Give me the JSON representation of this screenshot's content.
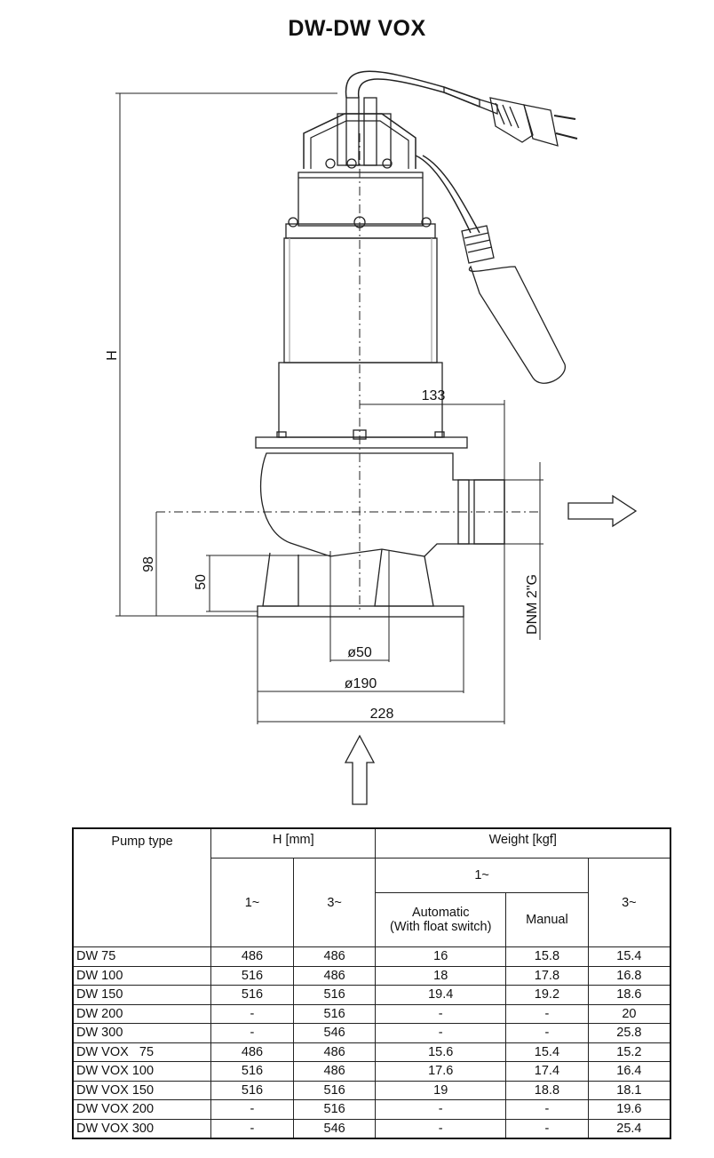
{
  "title": "DW-DW VOX",
  "dimensions": {
    "height": "H",
    "d133": "133",
    "d98": "98",
    "d50": "50",
    "dia50": "ø50",
    "dia190": "ø190",
    "d228": "228",
    "outlet": "DNM 2\"G"
  },
  "table": {
    "headers": {
      "pump_type": "Pump type",
      "h_mm": "H [mm]",
      "weight": "Weight [kgf]",
      "single_phase": "1~",
      "three_phase": "3~",
      "automatic": "Automatic",
      "automatic_sub": "(With float switch)",
      "manual": "Manual"
    },
    "rows": [
      {
        "type": "DW 75",
        "h1": "486",
        "h3": "486",
        "auto": "16",
        "manual": "15.8",
        "w3": "15.4"
      },
      {
        "type": "DW 100",
        "h1": "516",
        "h3": "486",
        "auto": "18",
        "manual": "17.8",
        "w3": "16.8"
      },
      {
        "type": "DW 150",
        "h1": "516",
        "h3": "516",
        "auto": "19.4",
        "manual": "19.2",
        "w3": "18.6"
      },
      {
        "type": "DW 200",
        "h1": "-",
        "h3": "516",
        "auto": "-",
        "manual": "-",
        "w3": "20"
      },
      {
        "type": "DW 300",
        "h1": "-",
        "h3": "546",
        "auto": "-",
        "manual": "-",
        "w3": "25.8"
      },
      {
        "type": "DW VOX   75",
        "h1": "486",
        "h3": "486",
        "auto": "15.6",
        "manual": "15.4",
        "w3": "15.2"
      },
      {
        "type": "DW VOX 100",
        "h1": "516",
        "h3": "486",
        "auto": "17.6",
        "manual": "17.4",
        "w3": "16.4"
      },
      {
        "type": "DW VOX 150",
        "h1": "516",
        "h3": "516",
        "auto": "19",
        "manual": "18.8",
        "w3": "18.1"
      },
      {
        "type": "DW VOX 200",
        "h1": "-",
        "h3": "516",
        "auto": "-",
        "manual": "-",
        "w3": "19.6"
      },
      {
        "type": "DW VOX 300",
        "h1": "-",
        "h3": "546",
        "auto": "-",
        "manual": "-",
        "w3": "25.4"
      }
    ]
  }
}
